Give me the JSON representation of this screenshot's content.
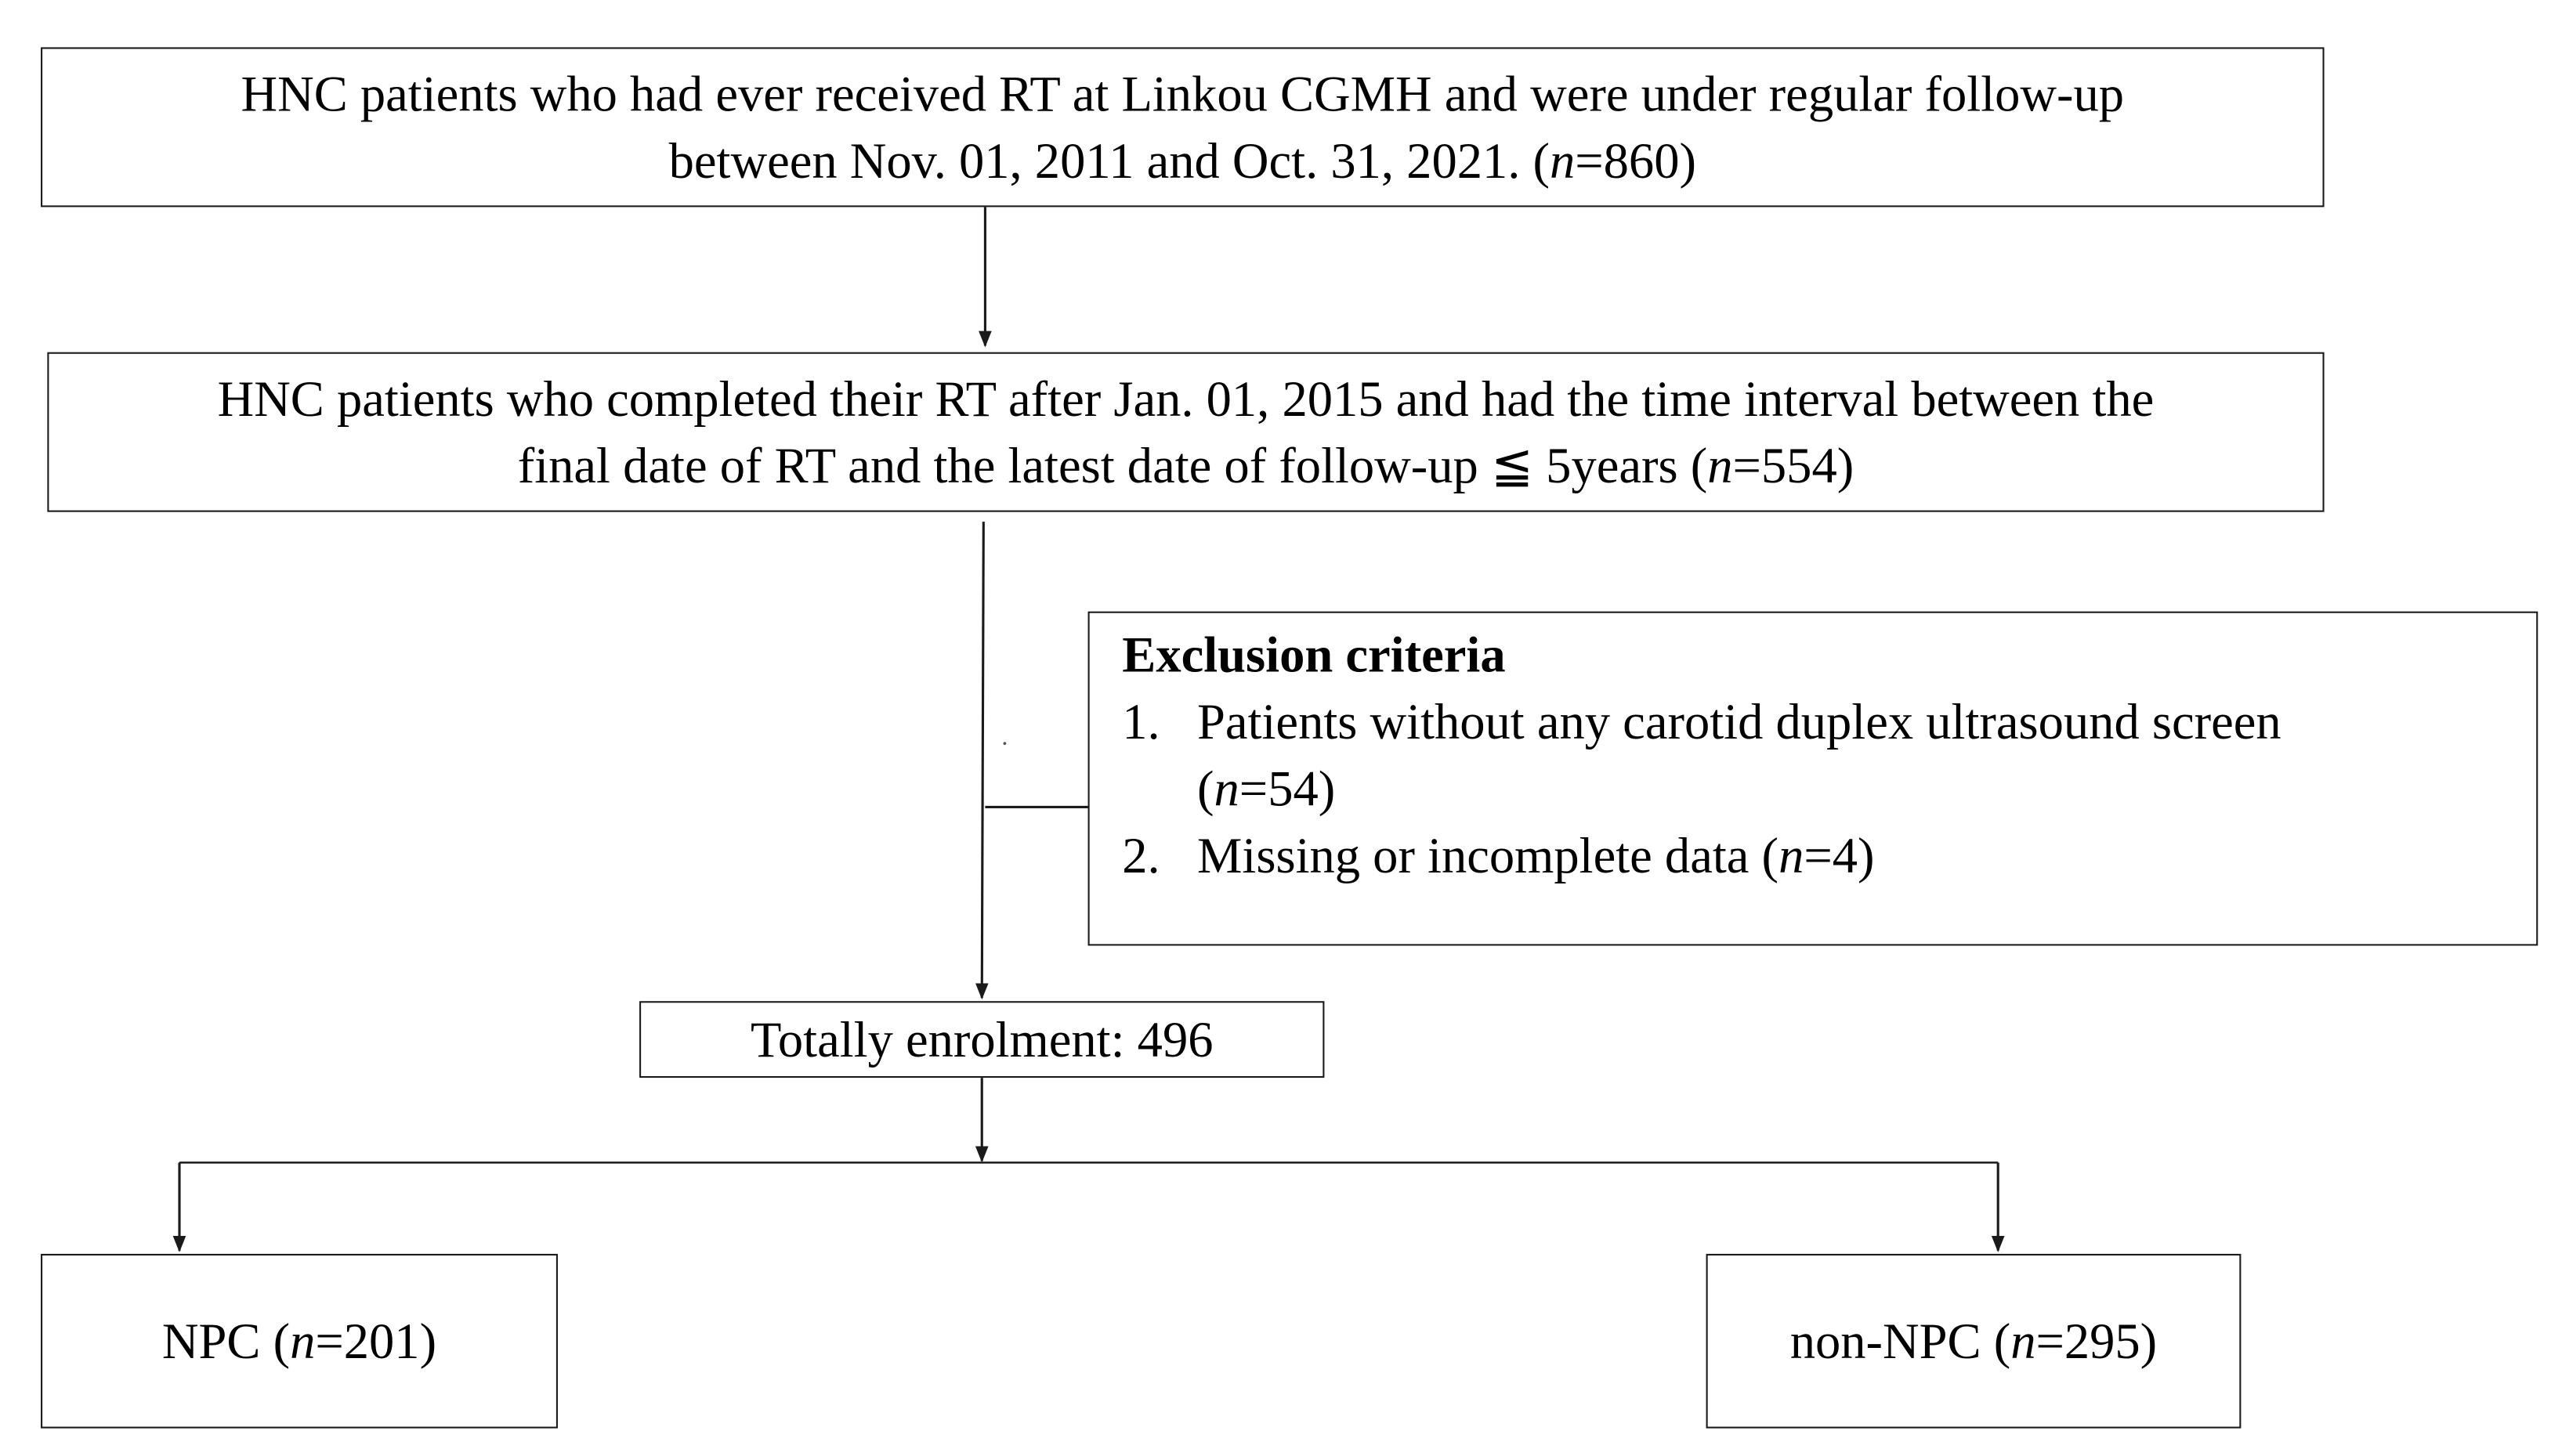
{
  "boxes": {
    "initial": {
      "line1": "HNC patients who had ever received RT at Linkou CGMH and were under regular follow-up",
      "line2_text": "between  Nov. 01, 2011 and Oct. 31, 2021. (",
      "n_symbol": "n",
      "line2_count": "=860)"
    },
    "filtered": {
      "line1": "HNC patients who completed their RT after Jan. 01, 2015 and had the time interval between the",
      "line2_text": "final date of RT and the latest date of follow-up ≦ 5years (",
      "n_symbol": "n",
      "line2_count": "=554)"
    },
    "exclusion": {
      "title": "Exclusion criteria",
      "items": [
        {
          "number": "1.",
          "text": "Patients without any carotid duplex ultrasound screen",
          "open": "(",
          "n_symbol": "n",
          "count": "=54)"
        },
        {
          "number": "2.",
          "text": "Missing or incomplete data (",
          "n_symbol": "n",
          "count": "=4)"
        }
      ]
    },
    "enrolment": {
      "label": "Totally enrolment:  496"
    },
    "npc": {
      "prefix": "NPC (",
      "n_symbol": "n",
      "count": "=201)"
    },
    "non_npc": {
      "prefix": "non-NPC (",
      "n_symbol": "n",
      "count": "=295)"
    }
  },
  "colors": {
    "line": "#1a1a1a",
    "background": "#ffffff",
    "text": "#000000"
  }
}
